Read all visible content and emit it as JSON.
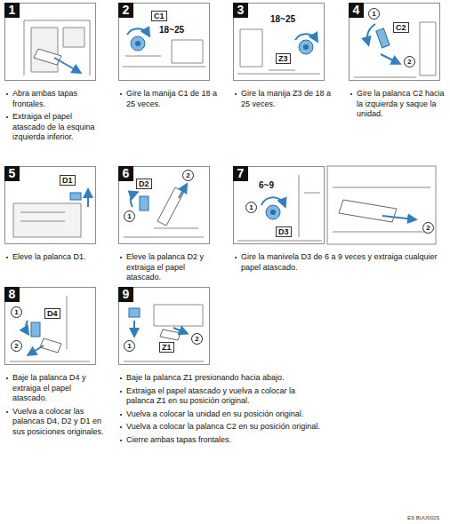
{
  "diagram": {
    "nodes": [
      {
        "text": [
          "1",
          "Abra ambas tapas frontales.",
          "Extraiga el papel atascado de la esquina izquierda inferior."
        ]
      },
      {
        "text": [
          "2",
          "Gire la manija C1 de 18 a 25 veces."
        ]
      },
      {
        "text": [
          "3",
          "Gire la manija Z3 de 18 a 25 veces."
        ]
      },
      {
        "text": [
          "4",
          "Gire la palanca C2 hacia la izquierda y saque la unidad."
        ]
      },
      {
        "text": [
          "5",
          "Eleve la palanca D1."
        ]
      },
      {
        "text": [
          "6",
          "Eleve la palanca D2 y extraiga el papel atascado."
        ]
      },
      {
        "text": [
          "7",
          "Gire la manivela D3 de 6 a 9 veces y extraiga cualquier papel atascado."
        ]
      },
      {
        "text": [
          "8",
          "Baje la palanca D4 y extraiga el papel atascado.",
          "Vuelva a colocar las palancas D4, D2 y D1 en sus posiciones originales."
        ]
      },
      {
        "text": [
          "9",
          "Baje la palanca Z1 presionando hacia abajo.",
          "Extraiga el papel atascado y vuelva a colocar la palanca Z1 en su posición original.",
          "Vuelva a colocar la unidad en su posición original.",
          "Vuelva a colocar la palanca C2 en su posición original.",
          "Cierre ambas tapas frontales."
        ]
      }
    ],
    "labels": [
      "C1",
      "18~25",
      "18~25",
      "Z3",
      "1",
      "C2",
      "2",
      "D1",
      "2",
      "D2",
      "1",
      "6~9",
      "1",
      "D3",
      "2",
      "1",
      "D4",
      "2",
      "1",
      "Z1",
      "2",
      "ES BUU002S"
    ]
  }
}
